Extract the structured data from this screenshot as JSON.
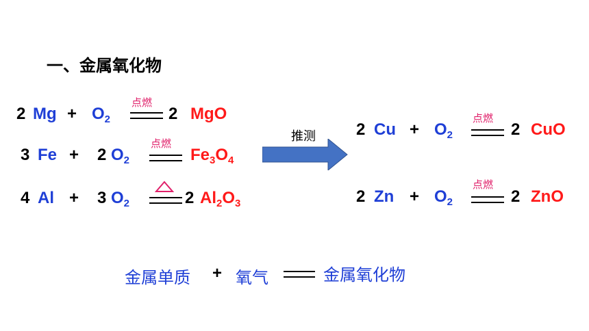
{
  "title": "一、金属氧化物",
  "eq_mg": {
    "coef1": "2",
    "reactant": "Mg",
    "plus": "+",
    "o": "O",
    "o_sub": "2",
    "condition": "点燃",
    "coef2": "2",
    "product": "MgO"
  },
  "eq_fe": {
    "coef1": "3",
    "reactant": "Fe",
    "plus": "+",
    "coef_o": "2",
    "o": "O",
    "o_sub": "2",
    "condition": "点燃",
    "p1": "Fe",
    "p1_sub": "3",
    "p2": "O",
    "p2_sub": "4"
  },
  "eq_al": {
    "coef1": "4",
    "reactant": "Al",
    "plus": "+",
    "coef_o": "3",
    "o": "O",
    "o_sub": "2",
    "condition_icon": "heat-triangle-icon",
    "coef2": "2",
    "p1": "Al",
    "p1_sub": "2",
    "p2": "O",
    "p2_sub": "3"
  },
  "arrow": {
    "label": "推测",
    "icon": "right-arrow-icon",
    "color": "#4472c4"
  },
  "eq_cu": {
    "coef1": "2",
    "reactant": "Cu",
    "plus": "+",
    "o": "O",
    "o_sub": "2",
    "condition": "点燃",
    "coef2": "2",
    "product": "CuO"
  },
  "eq_zn": {
    "coef1": "2",
    "reactant": "Zn",
    "plus": "+",
    "o": "O",
    "o_sub": "2",
    "condition": "点燃",
    "coef2": "2",
    "product": "ZnO"
  },
  "summary": {
    "left": "金属单质",
    "plus": "+",
    "middle": "氧气",
    "right": "金属氧化物"
  },
  "colors": {
    "blue": "#1f3fd6",
    "red": "#ff1a1a",
    "pink": "#e0206a",
    "arrow": "#4472c4"
  }
}
